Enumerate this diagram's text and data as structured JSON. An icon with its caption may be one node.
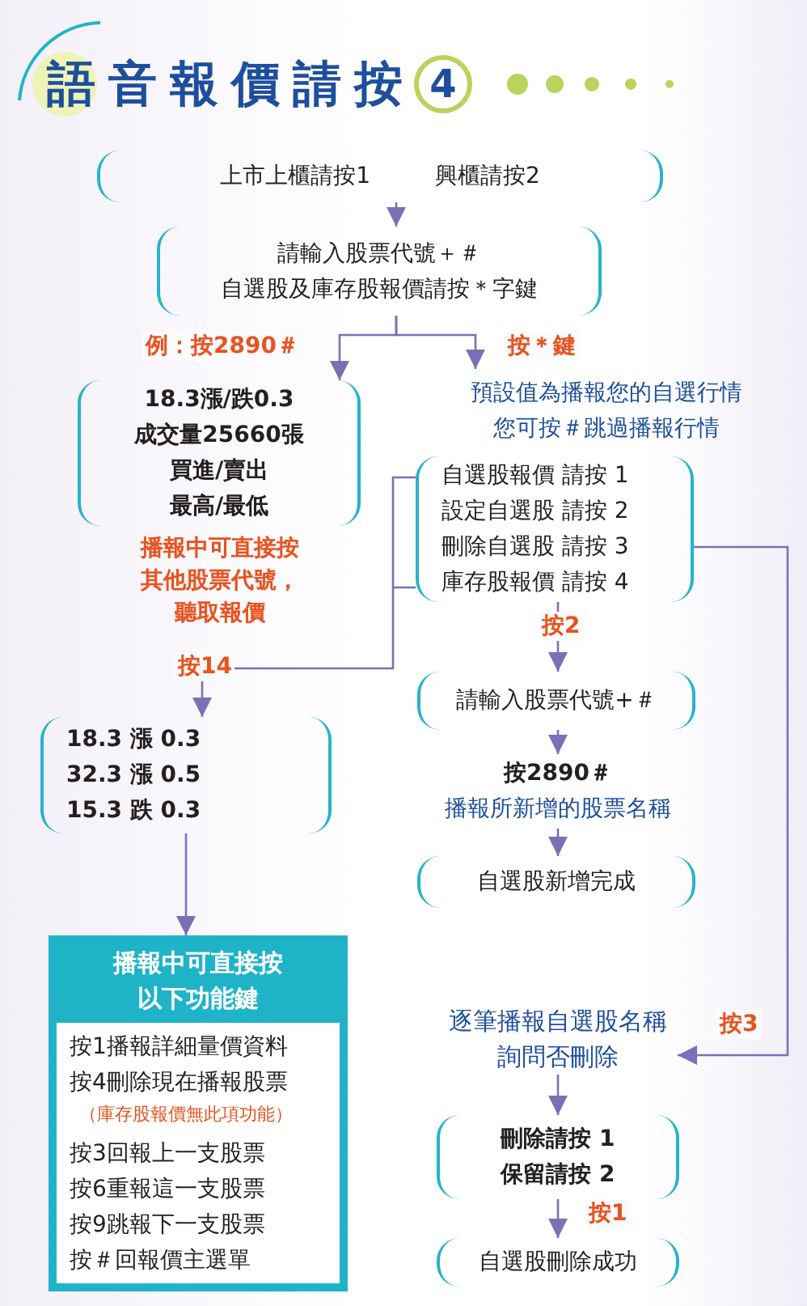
{
  "diagram": {
    "title": "語音報價請按",
    "nodes": [
      {
        "text": [
          "上市上櫃請按1",
          "興櫃請按2"
        ]
      },
      {
        "text": [
          "請輸入股票代號＋＃",
          "自選股及庫存股報價請按＊字鍵"
        ]
      },
      {
        "text": [
          "18.3漲/跌0.3",
          "成交量25660張",
          "買進/賣出",
          "最高/最低"
        ],
        "beside": [
          "播報中可直接按其他股票代號，聽取報價"
        ]
      },
      {
        "text": [
          "預設值為播報您的自選行情",
          "您可按＃跳過播報行情"
        ]
      },
      {
        "text": [
          "自選股報價 請按 1",
          "設定自選股 請按 2",
          "刪除自選股 請按 3",
          "庫存股報價 請按 4"
        ]
      },
      {
        "text": [
          "18.3 漲 0.3",
          "32.3 漲 0.5",
          "15.3 跌 0.3"
        ]
      },
      {
        "text": [
          "請輸入股票代號+＃"
        ]
      },
      {
        "text": [
          "按2890＃",
          "播報所新增的股票名稱"
        ]
      },
      {
        "text": [
          "自選股新增完成"
        ]
      },
      {
        "text": [
          "播報中可直接按以下功能鍵",
          "按1播報詳細量價資料",
          "按4刪除現在播報股票",
          "（庫存股報價無此項功能）",
          "按3回報上一支股票",
          "按6重報這一支股票",
          "按9跳報下一支股票",
          "按＃回報價主選單"
        ]
      },
      {
        "text": [
          "逐筆播報自選股名稱詢問否刪除"
        ]
      },
      {
        "text": [
          "刪除請按 1",
          "保留請按 2"
        ]
      },
      {
        "text": [
          "自選股刪除成功"
        ]
      }
    ],
    "edges": [
      {
        "from": 0,
        "to": 1,
        "arrow": "to"
      },
      {
        "from": 1,
        "to": 2,
        "arrow": "to",
        "label": "例：按2890＃"
      },
      {
        "from": 1,
        "to": 3,
        "arrow": "to",
        "label": "按＊鍵"
      },
      {
        "from": 4,
        "to": 5,
        "arrow": "to",
        "label": "按14"
      },
      {
        "from": 4,
        "to": 6,
        "arrow": "to",
        "label": "按2"
      },
      {
        "from": 5,
        "to": 9,
        "arrow": "to"
      },
      {
        "from": 6,
        "to": 7,
        "arrow": "to"
      },
      {
        "from": 7,
        "to": 8,
        "arrow": "to"
      },
      {
        "from": 4,
        "to": 10,
        "arrow": "to",
        "label": "按3"
      },
      {
        "from": 10,
        "to": 11,
        "arrow": "to"
      },
      {
        "from": 11,
        "to": 12,
        "arrow": "to",
        "label": "按1"
      }
    ],
    "labels": [
      "4"
    ]
  }
}
